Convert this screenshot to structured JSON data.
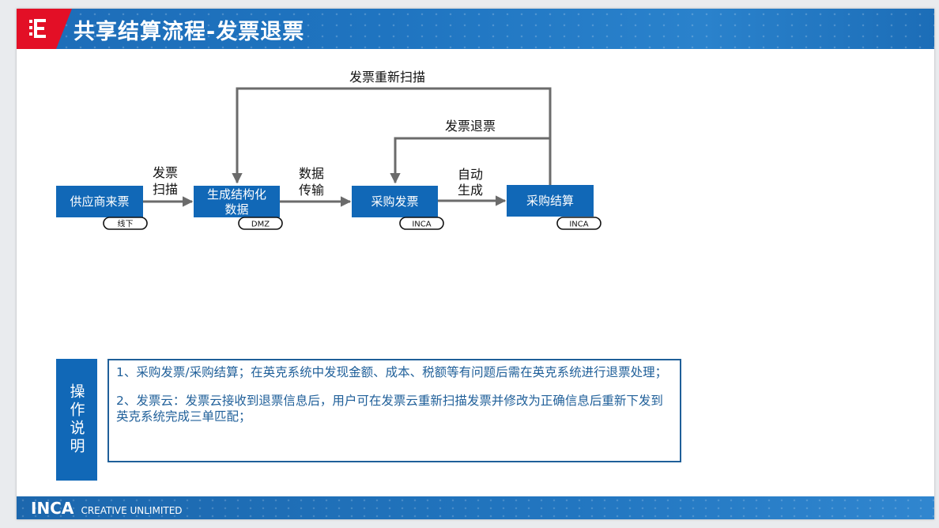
{
  "header": {
    "title": "共享结算流程-发票退票",
    "logo_icon": "inca-logo-icon",
    "logo_color": "#e30f26",
    "bar_color": "#1f74c0"
  },
  "diagram": {
    "nodes": [
      {
        "id": "supplier",
        "lines": [
          "供应商来票"
        ],
        "tag": "线下"
      },
      {
        "id": "structured",
        "lines": [
          "生成结构化",
          "数据"
        ],
        "tag": "DMZ"
      },
      {
        "id": "purchase_invoice",
        "lines": [
          "采购发票"
        ],
        "tag": "INCA"
      },
      {
        "id": "purchase_settlement",
        "lines": [
          "采购结算"
        ],
        "tag": "INCA"
      }
    ],
    "edges": [
      {
        "from": "supplier",
        "to": "structured",
        "label_lines": [
          "发票",
          "扫描"
        ]
      },
      {
        "from": "structured",
        "to": "purchase_invoice",
        "label_lines": [
          "数据",
          "传输"
        ]
      },
      {
        "from": "purchase_invoice",
        "to": "purchase_settlement",
        "label_lines": [
          "自动",
          "生成"
        ]
      },
      {
        "from": "purchase_settlement",
        "to": "purchase_invoice",
        "label_lines": [
          "发票退票"
        ]
      },
      {
        "from": "purchase_settlement",
        "to": "structured",
        "label_lines": [
          "发票重新扫描"
        ]
      }
    ],
    "node_color": "#1168b7",
    "edge_color": "#6b6b6b"
  },
  "operations": {
    "label": "操作说明",
    "items": [
      "1、采购发票/采购结算；在英克系统中发现金额、成本、税额等有问题后需在英克系统进行退票处理；",
      "2、发票云：发票云接收到退票信息后，用户可在发票云重新扫描发票并修改为正确信息后重新下发到英克系统完成三单匹配；"
    ]
  },
  "footer": {
    "brand": "INCA",
    "tagline": "CREATIVE UNLIMITED"
  }
}
